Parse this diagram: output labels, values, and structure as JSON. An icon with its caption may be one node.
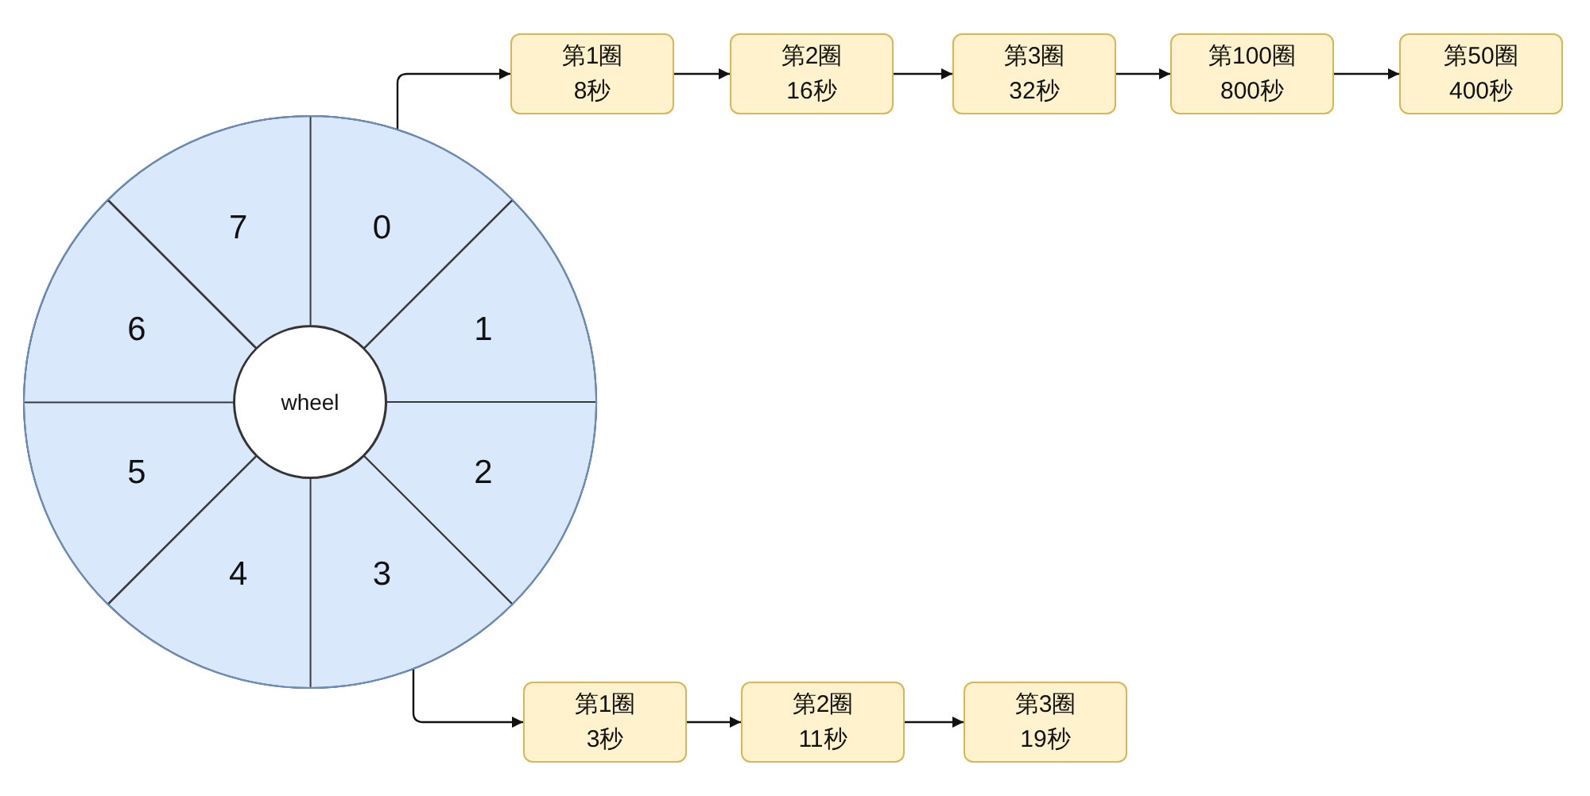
{
  "diagram": {
    "nodes": [
      {
        "text": [
          "0"
        ]
      },
      {
        "text": [
          "1"
        ]
      },
      {
        "text": [
          "2"
        ]
      },
      {
        "text": [
          "3"
        ]
      },
      {
        "text": [
          "4"
        ]
      },
      {
        "text": [
          "5"
        ]
      },
      {
        "text": [
          "6"
        ]
      },
      {
        "text": [
          "7"
        ]
      },
      {
        "text": [
          "wheel"
        ]
      },
      {
        "text": [
          "第1圈",
          "8秒"
        ]
      },
      {
        "text": [
          "第2圈",
          "16秒"
        ]
      },
      {
        "text": [
          "第3圈",
          "32秒"
        ]
      },
      {
        "text": [
          "第100圈",
          "800秒"
        ]
      },
      {
        "text": [
          "第50圈",
          "400秒"
        ]
      },
      {
        "text": [
          "第1圈",
          "3秒"
        ]
      },
      {
        "text": [
          "第2圈",
          "11秒"
        ]
      },
      {
        "text": [
          "第3圈",
          "19秒"
        ]
      }
    ],
    "edges": [
      {
        "from": 0,
        "to": 9,
        "arrow": "to"
      },
      {
        "from": 9,
        "to": 10,
        "arrow": "to"
      },
      {
        "from": 10,
        "to": 11,
        "arrow": "to"
      },
      {
        "from": 11,
        "to": 12,
        "arrow": "to"
      },
      {
        "from": 12,
        "to": 13,
        "arrow": "to"
      },
      {
        "from": 3,
        "to": 14,
        "arrow": "to"
      },
      {
        "from": 14,
        "to": 15,
        "arrow": "to"
      },
      {
        "from": 15,
        "to": 16,
        "arrow": "to"
      }
    ]
  }
}
